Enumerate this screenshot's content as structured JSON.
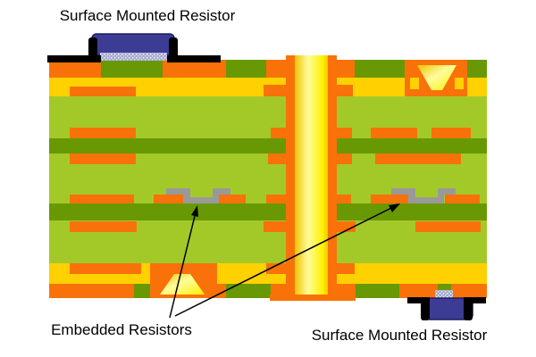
{
  "labels": {
    "top_smd": "Surface Mounted Resistor",
    "embedded": "Embedded Resistors",
    "bottom_smd": "Surface Mounted Resistor"
  },
  "annotations": {
    "embedded_arrow_count": 2
  },
  "palette": {
    "background": "#FFFFFF",
    "copper_orange": "#F87209",
    "gold": "#FFD100",
    "laminate_light_green": "#A3C929",
    "laminate_dark_green": "#689904",
    "via_fill_gold": "#EFC400",
    "via_fill_light": "#FFFC9B",
    "via_fill_yellow": "#FFF100",
    "resistor_gray": "#999999",
    "smd_body_blue": "#3D3C94",
    "smd_body_outline": "#1D1C60",
    "terminal_black": "#000000",
    "resistive_film_blue": "#A5A9CE",
    "annotation_black": "#000000"
  }
}
